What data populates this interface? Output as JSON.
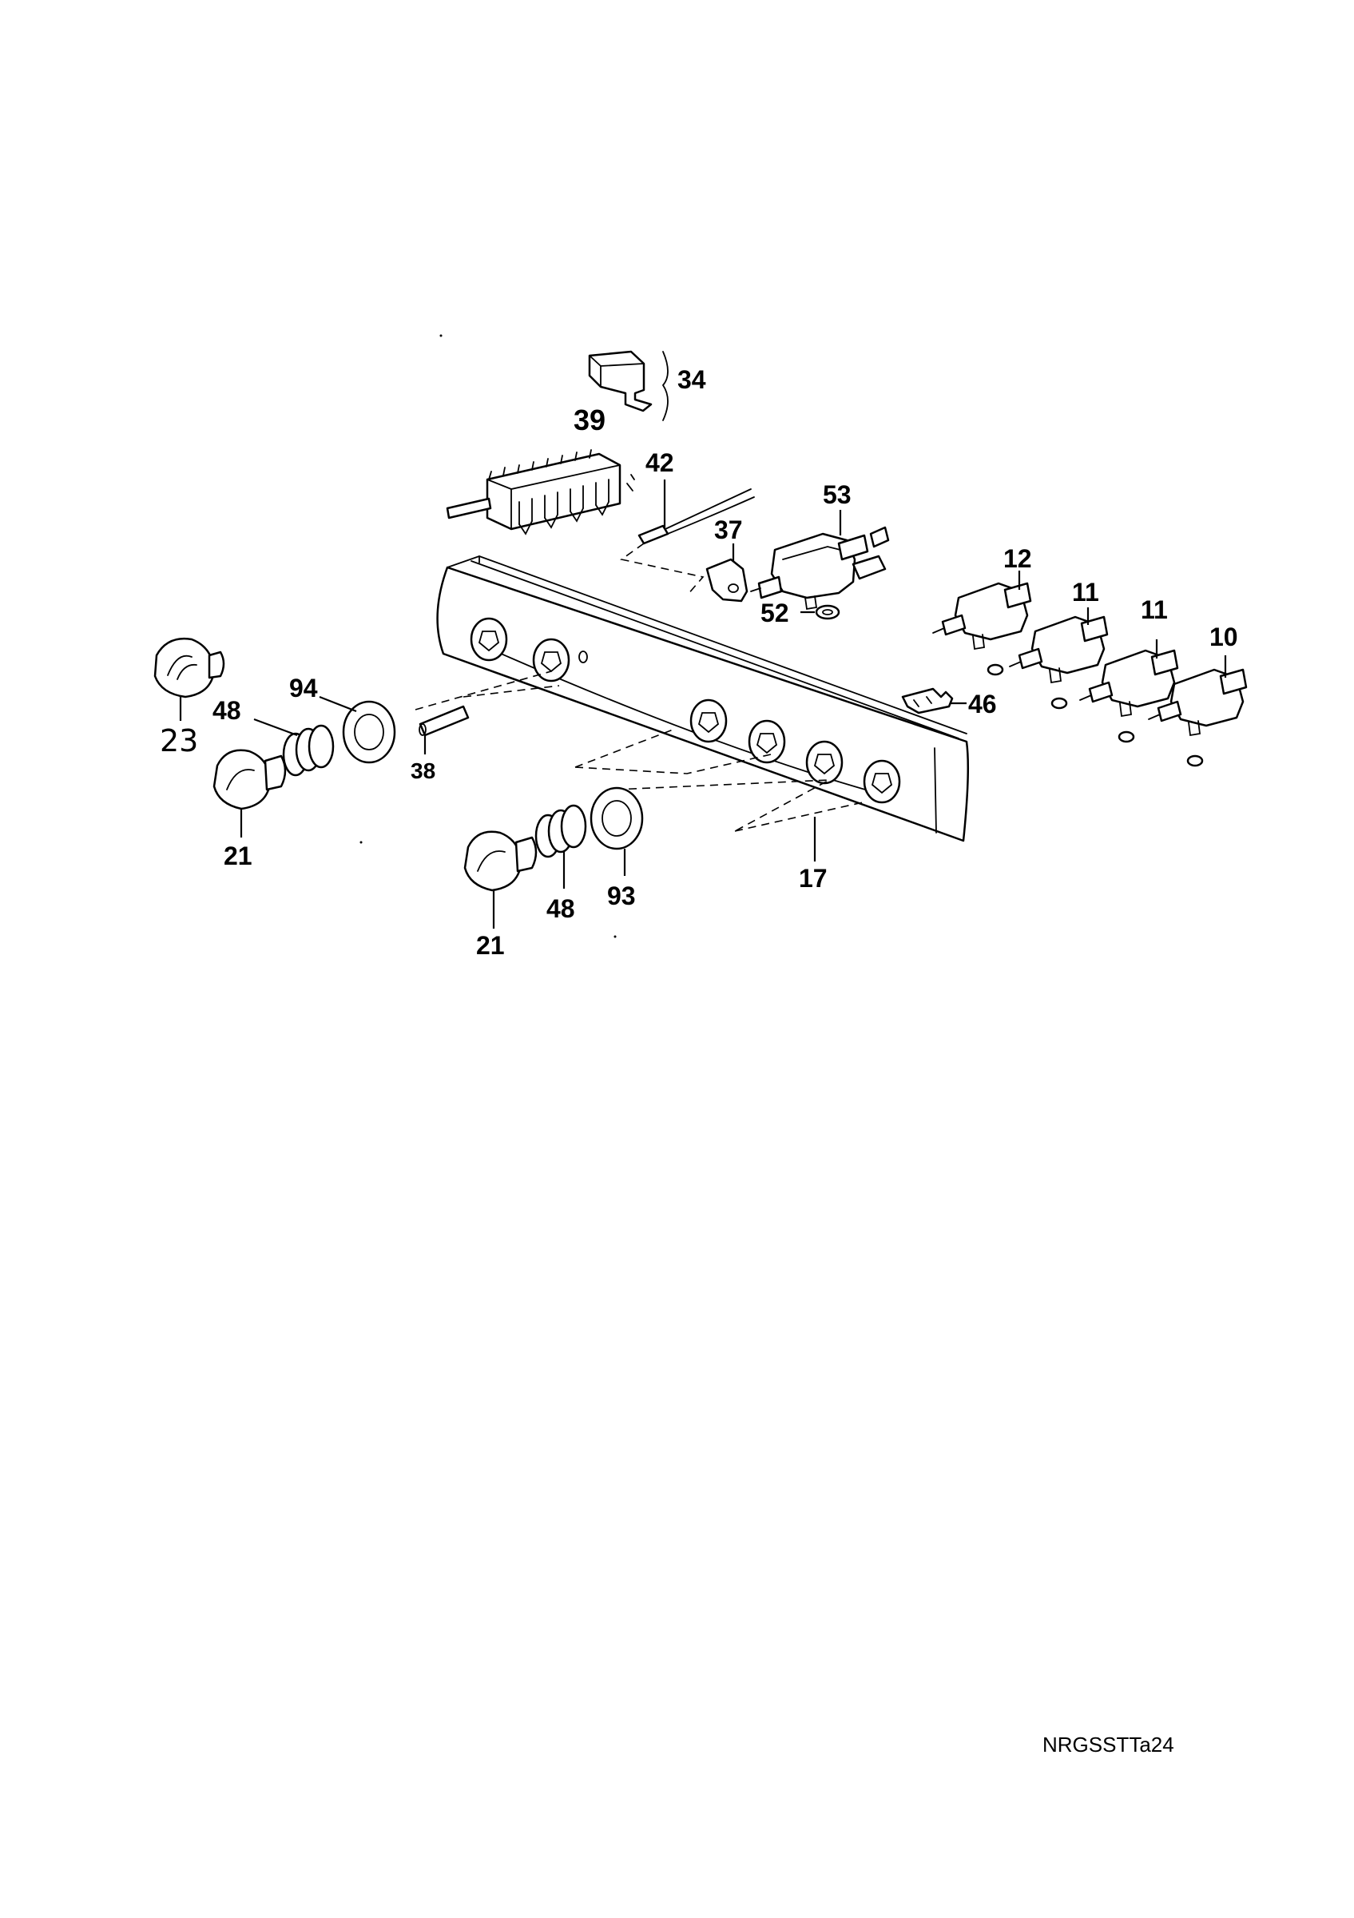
{
  "diagram": {
    "callouts": {
      "c34": "34",
      "c39": "39",
      "c42": "42",
      "c53": "53",
      "c37": "37",
      "c52": "52",
      "c12": "12",
      "c11a": "11",
      "c11b": "11",
      "c10": "10",
      "c46": "46",
      "c23": "23",
      "c48a": "48",
      "c94": "94",
      "c38": "38",
      "c21a": "21",
      "c21b": "21",
      "c48b": "48",
      "c93": "93",
      "c17": "17"
    },
    "drawing_code": "NRGSSTTa24"
  }
}
